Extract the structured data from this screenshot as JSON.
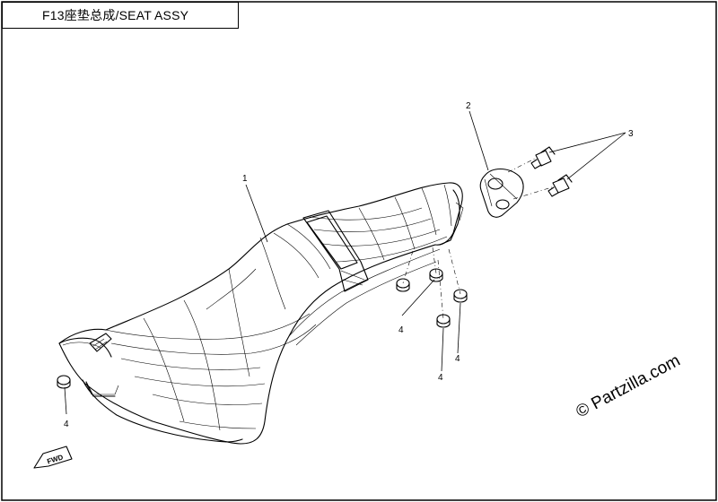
{
  "title": "F13座垫总成/SEAT ASSY",
  "callouts": {
    "c1": "1",
    "c2": "2",
    "c3": "3",
    "c4a": "4",
    "c4b": "4",
    "c4c": "4",
    "c4d": "4"
  },
  "fwd_label": "FWD",
  "watermark": "© Partzilla.com"
}
